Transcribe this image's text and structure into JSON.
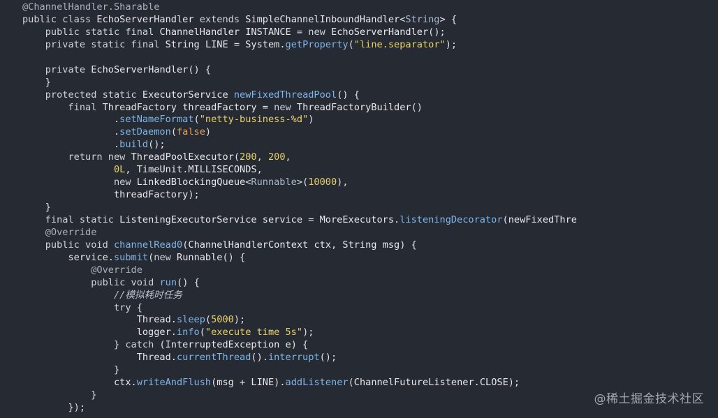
{
  "code_lines": [
    "@ChannelHandler.Sharable",
    "public class EchoServerHandler extends SimpleChannelInboundHandler<String> {",
    "    public static final ChannelHandler INSTANCE = new EchoServerHandler();",
    "    private static final String LINE = System.getProperty(\"line.separator\");",
    "",
    "    private EchoServerHandler() {",
    "    }",
    "    protected static ExecutorService newFixedThreadPool() {",
    "        final ThreadFactory threadFactory = new ThreadFactoryBuilder()",
    "                .setNameFormat(\"netty-business-%d\")",
    "                .setDaemon(false)",
    "                .build();",
    "        return new ThreadPoolExecutor(200, 200,",
    "                0L, TimeUnit.MILLISECONDS,",
    "                new LinkedBlockingQueue<Runnable>(10000),",
    "                threadFactory);",
    "    }",
    "    final static ListeningExecutorService service = MoreExecutors.listeningDecorator(newFixedThre",
    "    @Override",
    "    public void channelRead0(ChannelHandlerContext ctx, String msg) {",
    "        service.submit(new Runnable() {",
    "            @Override",
    "            public void run() {",
    "                //模拟耗时任务",
    "                try {",
    "                    Thread.sleep(5000);",
    "                    logger.info(\"execute time 5s\");",
    "                } catch (InterruptedException e) {",
    "                    Thread.currentThread().interrupt();",
    "                }",
    "                ctx.writeAndFlush(msg + LINE).addListener(ChannelFutureListener.CLOSE);",
    "            }",
    "        });"
  ],
  "watermark": "@稀土掘金技术社区",
  "colors": {
    "background": "#262a33",
    "text": "#dfe1e6",
    "method": "#7fb6ea",
    "string": "#e8d16d",
    "literal": "#e7a15a"
  }
}
